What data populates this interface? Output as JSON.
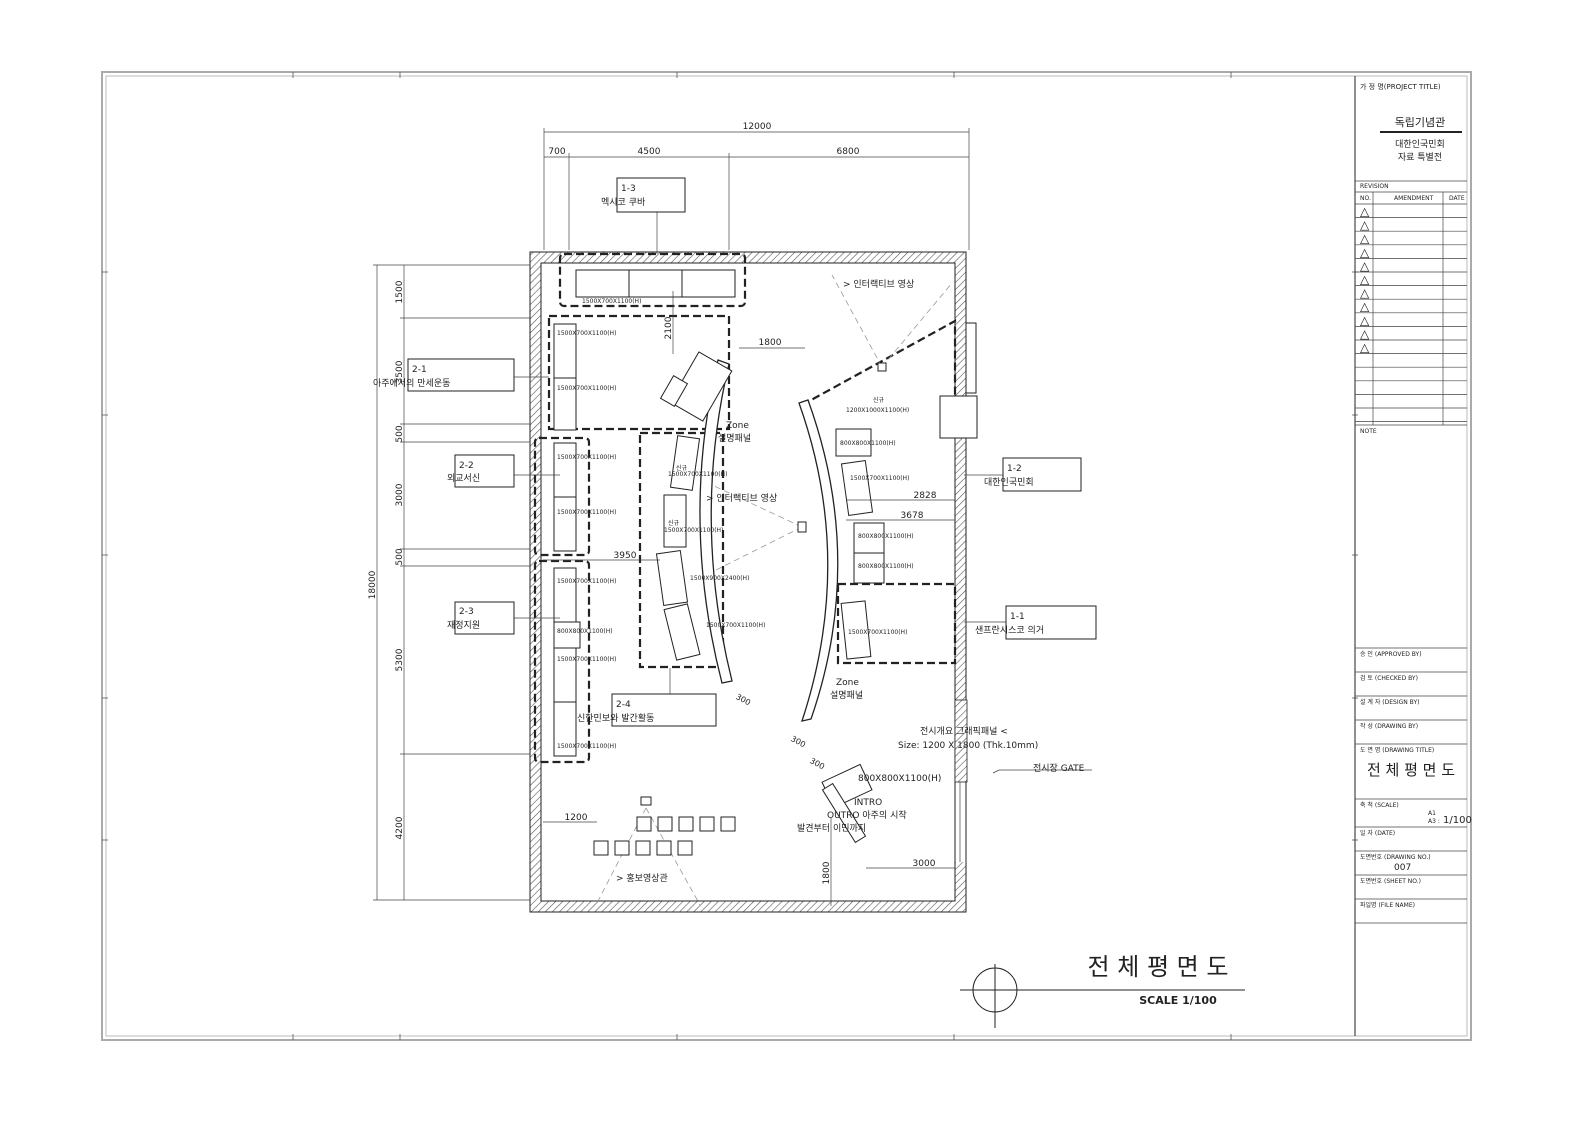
{
  "title_block": {
    "project_title_label": "가 정 명(PROJECT TITLE)",
    "project_name": "독립기념관",
    "project_sub1": "대한인국민회",
    "project_sub2": "자료 특별전",
    "revision_label": "REVISION",
    "rev_no": "NO.",
    "rev_amendment": "AMENDMENT",
    "rev_date": "DATE",
    "rev_symbol": "△",
    "note_label": "NOTE",
    "approved_by": "승 인 (APPROVED BY)",
    "checked_by": "검 토 (CHECKED BY)",
    "design_by": "설 계 자 (DESIGN BY)",
    "drawing_by": "작 성 (DRAWING BY)",
    "drawing_title_label": "도 면 명 (DRAWING TITLE)",
    "drawing_title": "전 체 평 면 도",
    "scale_label": "축 척 (SCALE)",
    "scale_a1": "A1",
    "scale_a3": "A3 :",
    "scale_value": "1/100",
    "date_label": "일 자 (DATE)",
    "drawing_no_label": "도면번호 (DRAWING NO.)",
    "drawing_no": "007",
    "sheet_no_label": "도면번호 (SHEET NO.)",
    "file_name_label": "파일명 (FILE NAME)"
  },
  "plan_title": {
    "title": "전 체 평 면 도",
    "scale": "SCALE 1/100"
  },
  "dimensions": {
    "total_width": "12000",
    "d700": "700",
    "d4500": "4500",
    "d6800": "6800",
    "total_height": "18000",
    "h1500": "1500",
    "h3500": "3500",
    "h500a": "500",
    "h3000": "3000",
    "h500b": "500",
    "h5300": "5300",
    "h4200": "4200",
    "d2100": "2100",
    "d1800": "1800",
    "d3950": "3950",
    "d2828": "2828",
    "d3678": "3678",
    "d1200": "1200",
    "d1800b": "1800",
    "d3000": "3000",
    "d300a": "300",
    "d300b": "300",
    "d300c": "300"
  },
  "zones": {
    "z1_3_code": "1-3",
    "z1_3_name": "멕시코 쿠바",
    "z2_1_code": "2-1",
    "z2_1_name": "아주에서의 만세운동",
    "z2_2_code": "2-2",
    "z2_2_name": "외교서신",
    "z2_3_code": "2-3",
    "z2_3_name": "재정지원",
    "z2_4_code": "2-4",
    "z2_4_name": "신한민보와 발간활동",
    "z1_2_code": "1-2",
    "z1_2_name": "대한인국민회",
    "z1_1_code": "1-1",
    "z1_1_name": "샌프란시스코 의거"
  },
  "labels": {
    "interactive_video_top": ">  인터랙티브 영상",
    "interactive_video_mid": ">  인터랙티브 영상",
    "promo_video": ">  홍보영상관",
    "zone_panel_left_1": "Zone",
    "zone_panel_left_2": "설명패널",
    "zone_panel_right_1": "Zone",
    "zone_panel_right_2": "설명패널",
    "overview_panel": "전시개요 그래픽패널 <",
    "overview_size": "Size: 1200 X 1800 (Thk.10mm)",
    "gate": "전시장 GATE",
    "intro_1": "INTRO",
    "intro_2": "OUTRO 아주의 시작",
    "intro_3": "발견부터 이민까지",
    "intro_case": "800X800X1100(H)",
    "new_label": "신규"
  },
  "cases": {
    "c_top": "1500X700X1100(H)",
    "c_21a": "1500X700X1100(H)",
    "c_21b": "1500X700X1100(H)",
    "c_22a": "1500X700X1100(H)",
    "c_22b": "1500X700X1100(H)",
    "c_23a": "1500X700X1100(H)",
    "c_23b": "800X800X1100(H)",
    "c_23c": "1500X700X1100(H)",
    "c_23d": "1500X700X1100(H)",
    "c_24a": "1500X700X1100(H)",
    "c_24b": "1500X700X1100(H)",
    "c_24c": "1500X900X2400(H)",
    "c_24d": "1500X700X1100(H)",
    "c_12new": "1200X1000X1100(H)",
    "c_12a": "800X800X1100(H)",
    "c_12b": "1500X700X1100(H)",
    "c_12c": "800X800X1100(H)",
    "c_12d": "800X800X1100(H)",
    "c_11": "1500X700X1100(H)"
  }
}
